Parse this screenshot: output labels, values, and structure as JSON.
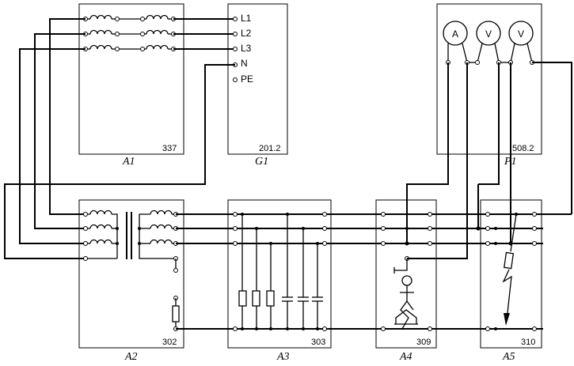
{
  "blocks": {
    "a1": {
      "label": "A1",
      "code": "337"
    },
    "g1": {
      "label": "G1",
      "code": "201.2",
      "terminals": [
        "L1",
        "L2",
        "L3",
        "N",
        "PE"
      ]
    },
    "p1": {
      "label": "P1",
      "code": "508.2",
      "meters": [
        "A",
        "V",
        "V"
      ]
    },
    "a2": {
      "label": "A2",
      "code": "302"
    },
    "a3": {
      "label": "A3",
      "code": "303"
    },
    "a4": {
      "label": "A4",
      "code": "309"
    },
    "a5": {
      "label": "A5",
      "code": "310"
    }
  }
}
